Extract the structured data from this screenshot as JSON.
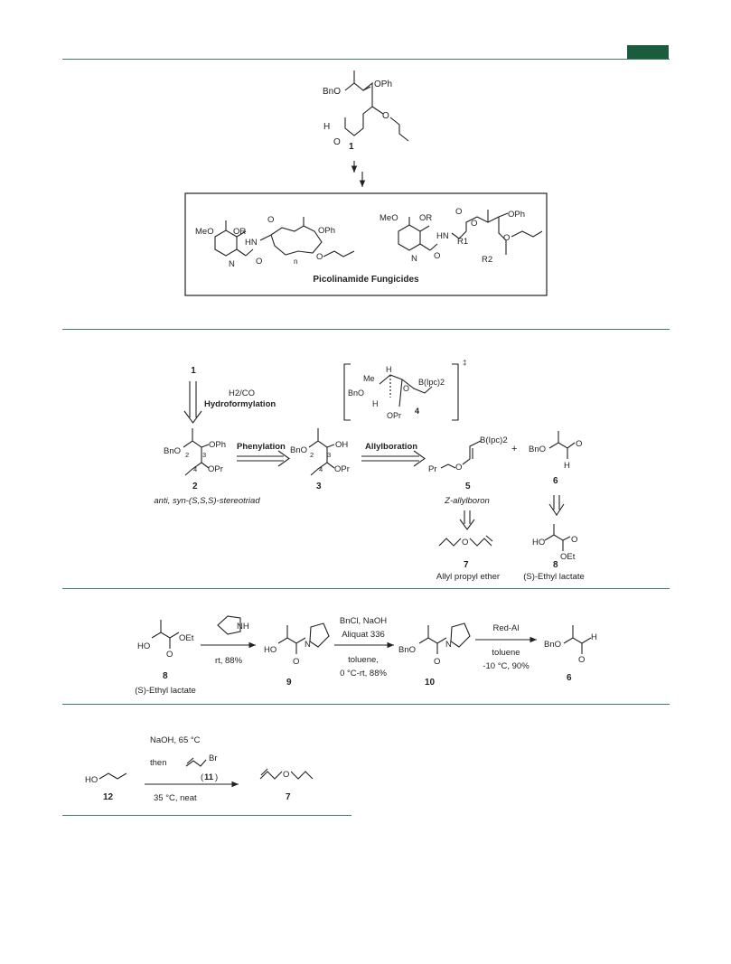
{
  "colors": {
    "rule": "#3f7a5e",
    "accent": "#1c5c3e"
  },
  "scheme1": {
    "compound_1": {
      "label": "1",
      "groups": [
        "BnO",
        "OPh",
        "O",
        "H",
        "O"
      ]
    },
    "box_title": "Picolinamide Fungicides",
    "fungicide_a": {
      "groups": [
        "MeO",
        "OR",
        "HN",
        "N",
        "O",
        "O",
        "OPh",
        "n",
        "O"
      ]
    },
    "fungicide_b": {
      "groups": [
        "MeO",
        "OR",
        "HN",
        "N",
        "O",
        "R1",
        "O",
        "O",
        "OPh",
        "O",
        "R2"
      ]
    }
  },
  "scheme2": {
    "start_label": "1",
    "hydroformylation": {
      "reagent": "H2/CO",
      "name": "Hydroformylation"
    },
    "phenylation": "Phenylation",
    "allylboration": "Allylboration",
    "ts_4": {
      "label": "4",
      "groups": [
        "Me",
        "H",
        "BnO",
        "H",
        "O",
        "B(Ipc)2",
        "OPr"
      ],
      "dagger": "‡"
    },
    "compound_2": {
      "label": "2",
      "groups": [
        "BnO",
        "OPh",
        "OPr"
      ],
      "locants": [
        "2",
        "3",
        "4"
      ],
      "caption": "anti, syn-(S,S,S)-stereotriad"
    },
    "compound_3": {
      "label": "3",
      "groups": [
        "BnO",
        "OH",
        "OPr"
      ],
      "locants": [
        "2",
        "3",
        "4"
      ]
    },
    "compound_5": {
      "label": "5",
      "groups": [
        "Pr",
        "O",
        "B(Ipc)2"
      ],
      "caption": "Z-allylboron"
    },
    "plus": "+",
    "compound_6": {
      "label": "6",
      "groups": [
        "BnO",
        "O",
        "H"
      ]
    },
    "compound_7": {
      "label": "7",
      "caption": "Allyl propyl ether",
      "groups": [
        "O"
      ]
    },
    "compound_8": {
      "label": "8",
      "caption": "(S)-Ethyl lactate",
      "groups": [
        "HO",
        "O",
        "OEt"
      ]
    }
  },
  "scheme3": {
    "compound_8": {
      "label": "8",
      "caption": "(S)-Ethyl lactate",
      "groups": [
        "HO",
        "OEt",
        "O"
      ]
    },
    "step1": {
      "reagent_groups": [
        "NH"
      ],
      "conditions": "rt, 88%"
    },
    "compound_9": {
      "label": "9",
      "groups": [
        "HO",
        "N",
        "O"
      ]
    },
    "step2": {
      "line1": "BnCl, NaOH",
      "line2": "Aliquat 336",
      "line3": "toluene,",
      "line4": "0 °C-rt, 88%"
    },
    "compound_10": {
      "label": "10",
      "groups": [
        "BnO",
        "N",
        "O"
      ]
    },
    "step3": {
      "line1": "Red-Al",
      "line2": "toluene",
      "line3": "-10 °C, 90%"
    },
    "compound_6": {
      "label": "6",
      "groups": [
        "BnO",
        "H",
        "O"
      ]
    }
  },
  "scheme4": {
    "compound_12": {
      "label": "12",
      "groups": [
        "HO"
      ]
    },
    "cond_top": "NaOH, 65 °C",
    "cond_then": "then",
    "reagent_11": {
      "label": "11",
      "groups": [
        "Br"
      ]
    },
    "cond_bottom": "35 °C, neat",
    "compound_7": {
      "label": "7",
      "groups": [
        "O"
      ]
    }
  }
}
